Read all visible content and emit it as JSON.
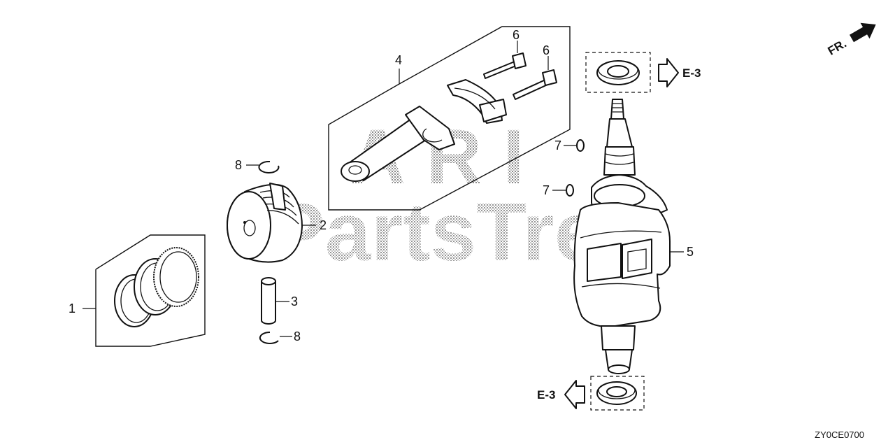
{
  "watermark": {
    "line1": "ARI",
    "line2": "PartsTree"
  },
  "orientation": {
    "label": "FR."
  },
  "callouts": {
    "piston_rings": "1",
    "piston": "2",
    "piston_pin": "3",
    "connecting_rod": "4",
    "crankshaft": "5",
    "bolt_a": "6",
    "bolt_b": "6",
    "key_upper": "7",
    "key_lower": "7",
    "clip_upper": "8",
    "clip_lower": "8"
  },
  "references": {
    "top_seal": "E-3",
    "bottom_seal": "E-3"
  },
  "diagram_code": "ZY0CE0700"
}
